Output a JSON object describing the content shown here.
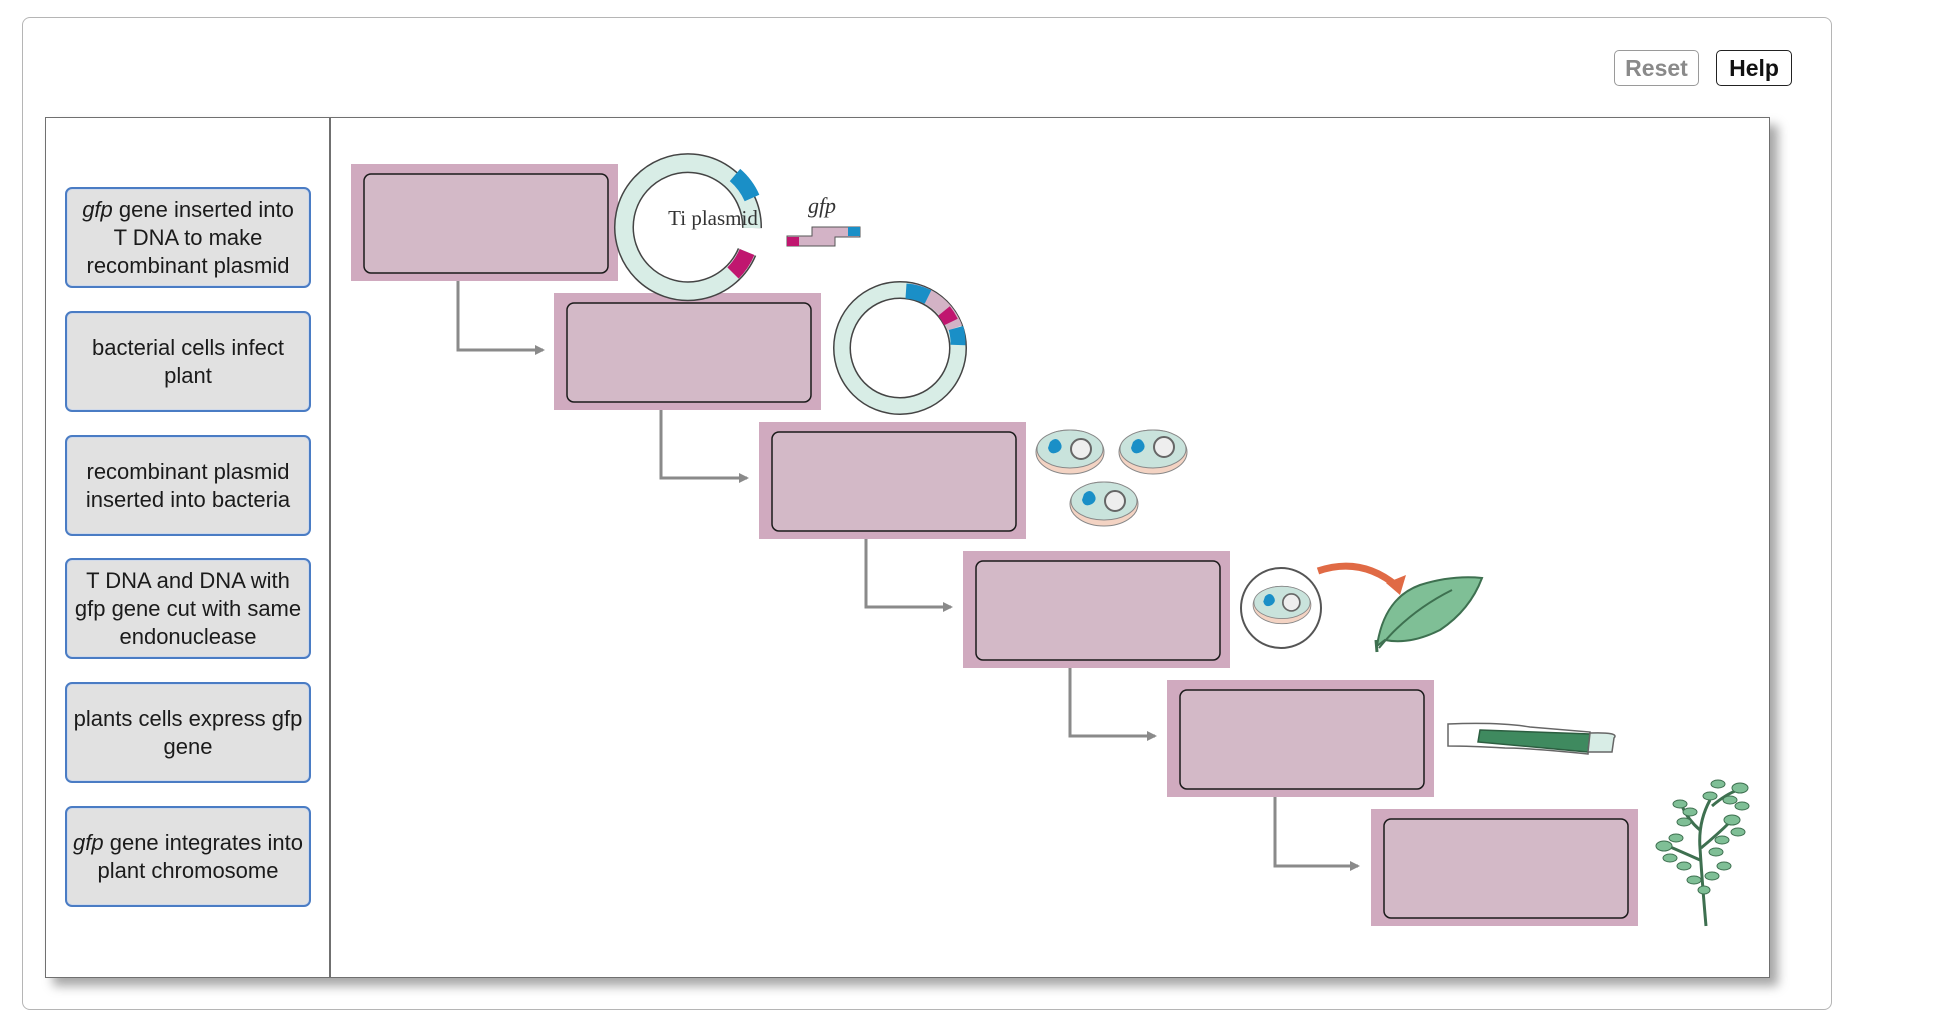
{
  "toolbar": {
    "reset_label": "Reset",
    "help_label": "Help"
  },
  "labels": [
    {
      "em": "gfp",
      "text": " gene inserted into T DNA to make recombinant plasmid"
    },
    {
      "em": "",
      "text": "bacterial cells infect plant"
    },
    {
      "em": "",
      "text": "recombinant plasmid inserted into bacteria"
    },
    {
      "em": "",
      "text": "T DNA and DNA with gfp gene cut with same endonuclease"
    },
    {
      "em": "",
      "text": "plants cells express gfp gene"
    },
    {
      "em": "gfp",
      "text": " gene integrates into plant chromosome"
    }
  ],
  "diagram": {
    "plasmid_label": "Ti plasmid",
    "gene_label": "gfp",
    "drop_zone_count": 6
  },
  "colors": {
    "label_border": "#4a7cc4",
    "label_bg": "#e1e1e1",
    "drop_zone": "#d3b9c7",
    "plasmid": "#d8ede6",
    "magenta": "#c0166f",
    "cyan": "#1a8fc7",
    "leaf": "#7fbf96",
    "orange_arrow": "#e06a45"
  }
}
